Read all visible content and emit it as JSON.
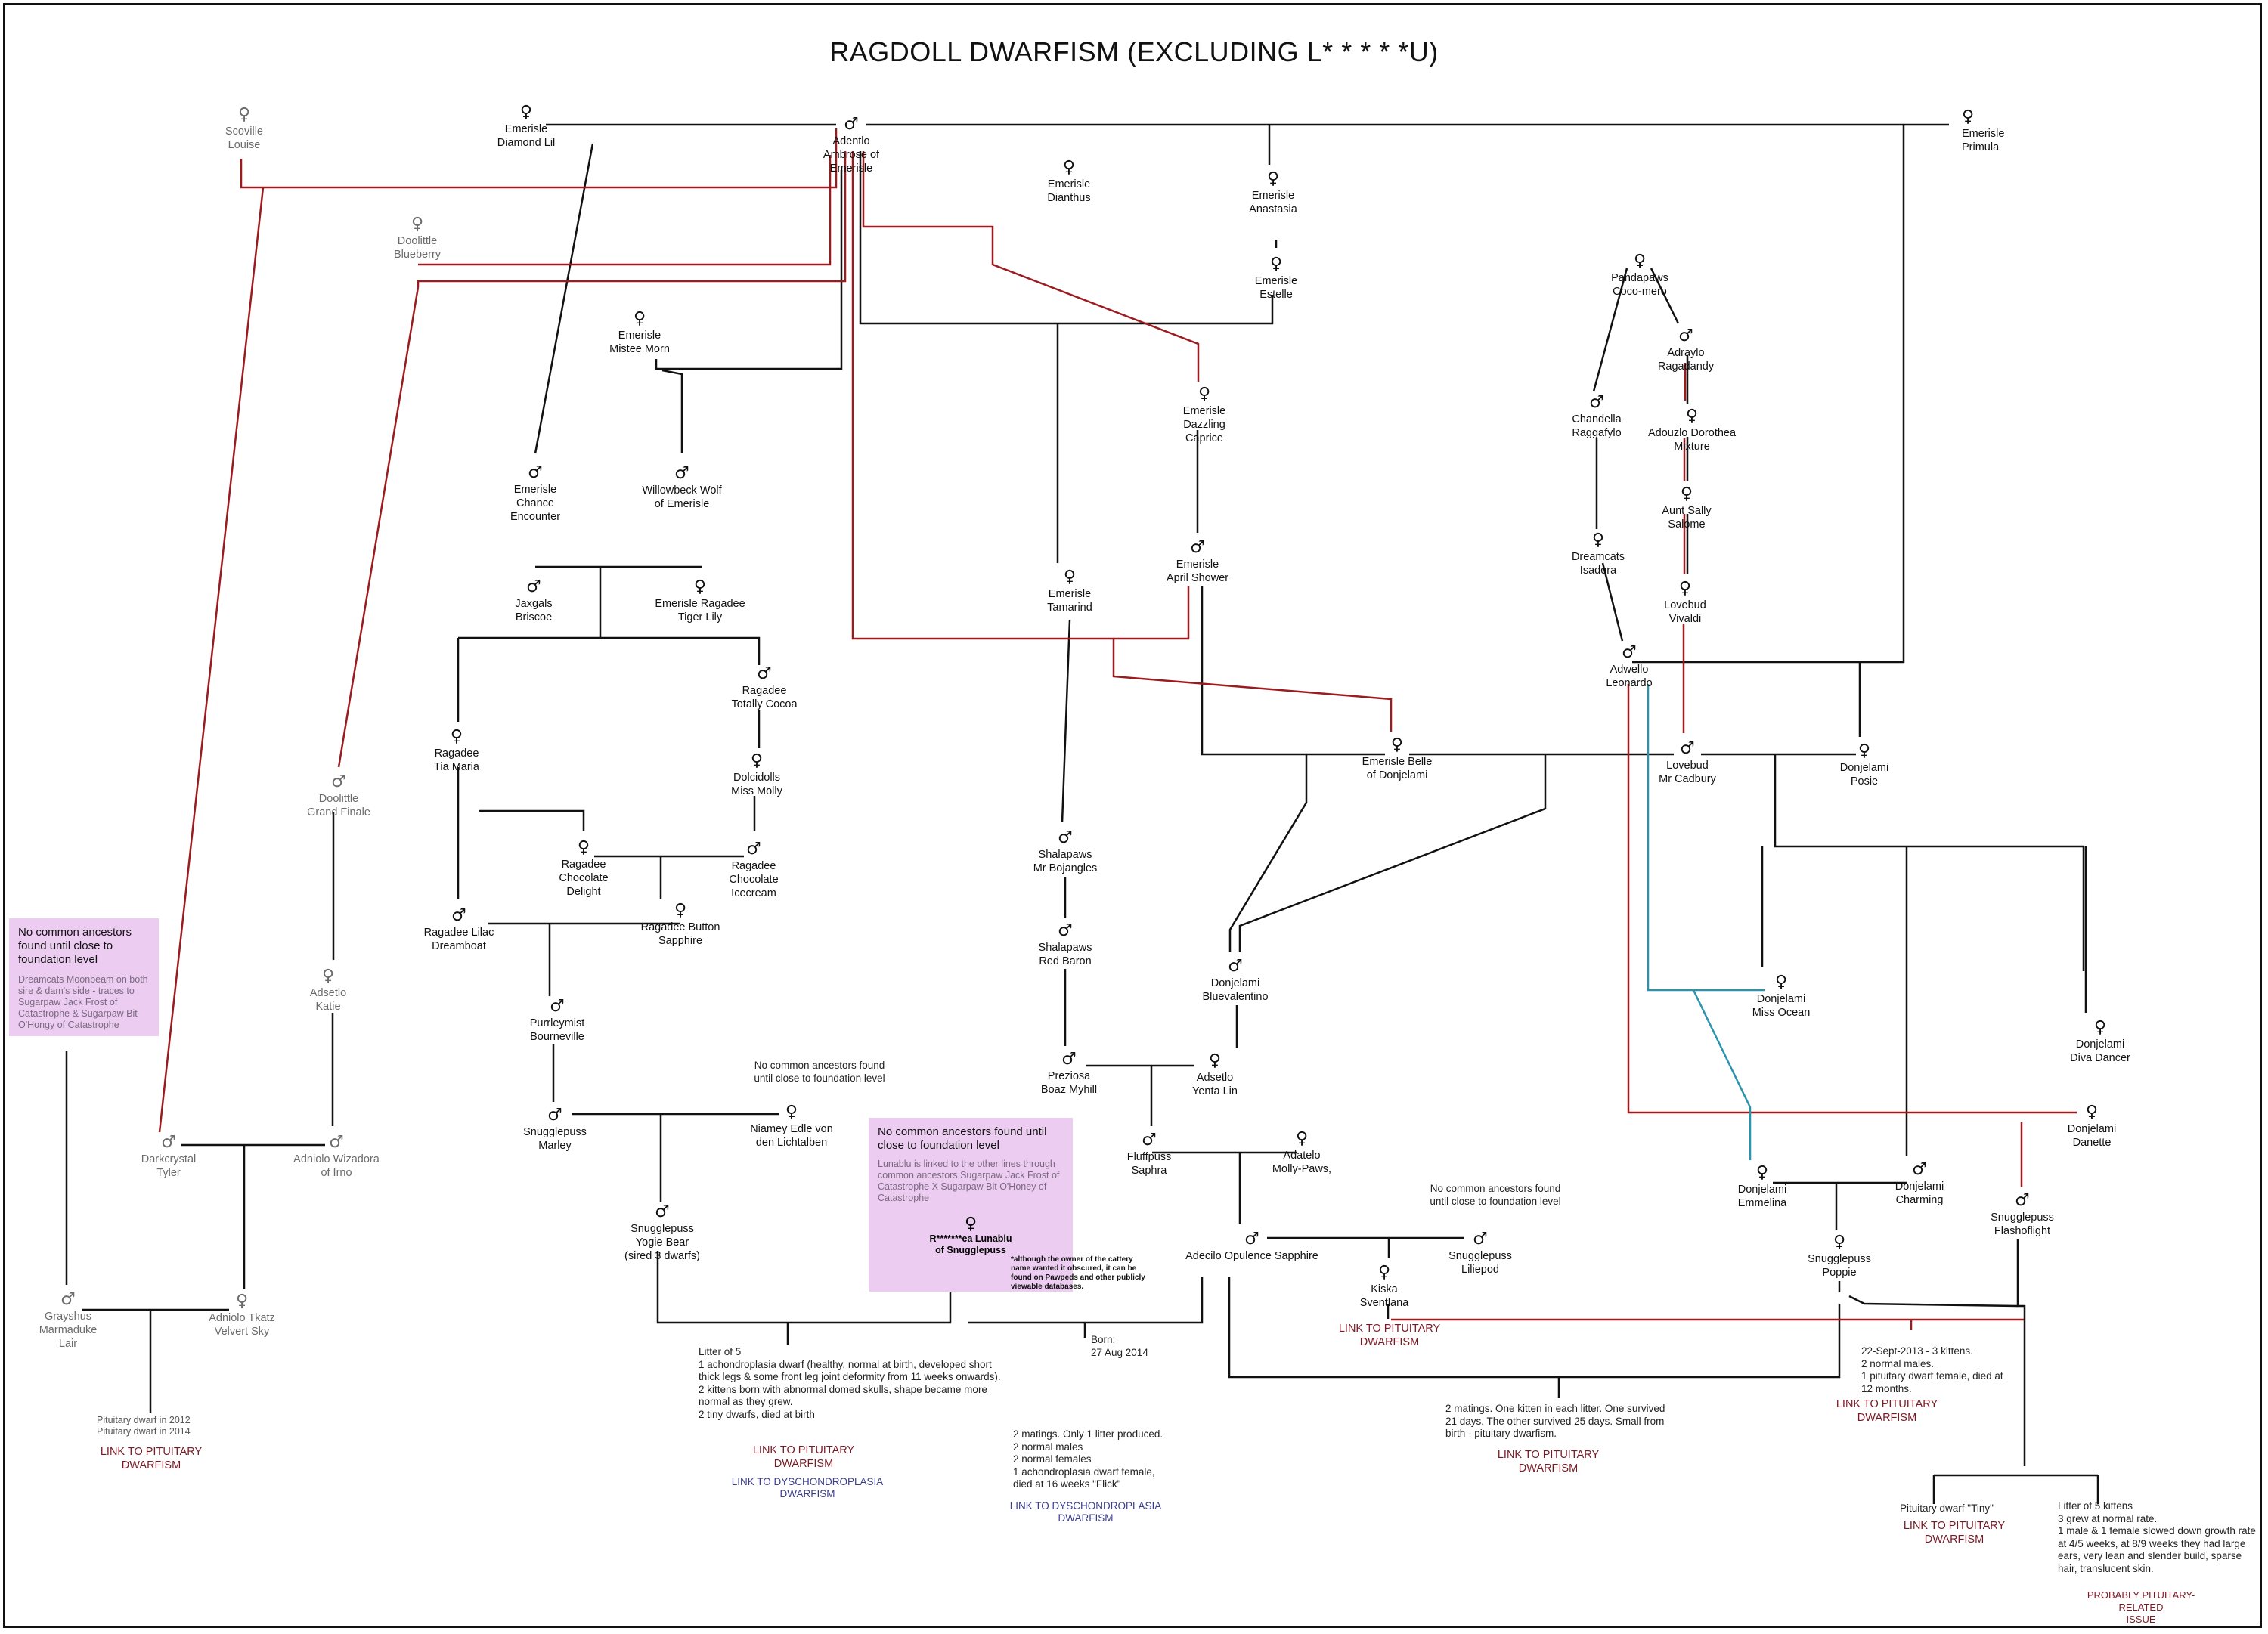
{
  "title": "RAGDOLL DWARFISM (EXCLUDING L* * * * *U)",
  "colors": {
    "black_line": "#111111",
    "red_line": "#9b1b1f",
    "blue_line": "#2a93ad",
    "box_fill": "#ecccf1"
  },
  "symbols": {
    "female": "♀",
    "male": "♂"
  },
  "nodes": {
    "scoville_louise": {
      "sex": "female",
      "lines": [
        "Scoville",
        "Louise"
      ]
    },
    "diamond_lil": {
      "sex": "female",
      "lines": [
        "Emerisle",
        "Diamond Lil"
      ]
    },
    "adentlo_ambrose": {
      "sex": "male",
      "lines": [
        "Adentlo",
        "Ambrose of",
        "Emerisle"
      ]
    },
    "emerisle_primula": {
      "sex": "female",
      "lines": [
        "Emerisle",
        "Primula"
      ]
    },
    "emerisle_dianthus": {
      "sex": "female",
      "lines": [
        "Emerisle",
        "Dianthus"
      ]
    },
    "emerisle_anastasia": {
      "sex": "female",
      "lines": [
        "Emerisle",
        "Anastasia"
      ]
    },
    "emerisle_estelle": {
      "sex": "female",
      "lines": [
        "Emerisle",
        "Estelle"
      ]
    },
    "doolittle_blueberry": {
      "sex": "female",
      "lines": [
        "Doolittle",
        "Blueberry"
      ]
    },
    "mistee_morn": {
      "sex": "female",
      "lines": [
        "Emerisle",
        "Mistee Morn"
      ]
    },
    "chance_encounter": {
      "sex": "male",
      "lines": [
        "Emerisle",
        "Chance",
        "Encounter"
      ]
    },
    "willowbeck_wolf": {
      "sex": "male",
      "lines": [
        "Willowbeck Wolf",
        "of Emerisle"
      ]
    },
    "jaxgals_briscoe": {
      "sex": "male",
      "lines": [
        "Jaxgals",
        "Briscoe"
      ]
    },
    "ragadee_tiger_lily": {
      "sex": "female",
      "lines": [
        "Emerisle Ragadee",
        "Tiger Lily"
      ]
    },
    "ragadee_totally_cocoa": {
      "sex": "male",
      "lines": [
        "Ragadee",
        "Totally Cocoa"
      ]
    },
    "ragadee_tia_maria": {
      "sex": "female",
      "lines": [
        "Ragadee",
        "Tia Maria"
      ]
    },
    "dolcidolls_miss_molly": {
      "sex": "female",
      "lines": [
        "Dolcidolls",
        "Miss Molly"
      ]
    },
    "chocolate_delight": {
      "sex": "female",
      "lines": [
        "Ragadee",
        "Chocolate",
        "Delight"
      ]
    },
    "chocolate_icecream": {
      "sex": "male",
      "lines": [
        "Ragadee",
        "Chocolate",
        "Icecream"
      ]
    },
    "ragadee_lilac": {
      "sex": "male",
      "lines": [
        "Ragadee Lilac",
        "Dreamboat"
      ]
    },
    "ragadee_button": {
      "sex": "female",
      "lines": [
        "Ragadee Button",
        "Sapphire"
      ]
    },
    "purrleymist": {
      "sex": "male",
      "lines": [
        "Purrleymist",
        "Bourneville"
      ]
    },
    "snugglepuss_marley": {
      "sex": "male",
      "lines": [
        "Snugglepuss",
        "Marley"
      ]
    },
    "niamey_edle": {
      "sex": "female",
      "lines": [
        "Niamey Edle von",
        "den Lichtalben"
      ]
    },
    "snugglepuss_yogie": {
      "sex": "male",
      "lines": [
        "Snugglepuss",
        "Yogie Bear",
        "(sired 3 dwarfs)"
      ]
    },
    "dazzling_caprice": {
      "sex": "female",
      "lines": [
        "Emerisle",
        "Dazzling",
        "Caprice"
      ]
    },
    "april_shower": {
      "sex": "male",
      "lines": [
        "Emerisle",
        "April Shower"
      ]
    },
    "emerisle_tamarind": {
      "sex": "female",
      "lines": [
        "Emerisle",
        "Tamarind"
      ]
    },
    "shalapaws_bojangles": {
      "sex": "male",
      "lines": [
        "Shalapaws",
        "Mr Bojangles"
      ]
    },
    "shalapaws_red_baron": {
      "sex": "male",
      "lines": [
        "Shalapaws",
        "Red Baron"
      ]
    },
    "emerisle_belle": {
      "sex": "female",
      "lines": [
        "Emerisle Belle",
        "of Donjelami"
      ]
    },
    "donjelami_bluevalentino": {
      "sex": "male",
      "lines": [
        "Donjelami",
        "Bluevalentino"
      ]
    },
    "preziosa_boaz": {
      "sex": "male",
      "lines": [
        "Preziosa",
        "Boaz Myhill"
      ]
    },
    "adsetlo_yenta": {
      "sex": "female",
      "lines": [
        "Adsetlo",
        "Yenta Lin"
      ]
    },
    "fluffpuss_saphra": {
      "sex": "male",
      "lines": [
        "Fluffpuss",
        "Saphra"
      ]
    },
    "adatelo_molly": {
      "sex": "female",
      "lines": [
        "Adatelo",
        "Molly-Paws,"
      ]
    },
    "adecilo_opulence": {
      "sex": "male",
      "lines": [
        "Adecilo Opulence Sapphire"
      ]
    },
    "kiska_sventlana": {
      "sex": "female",
      "lines": [
        "Kiska",
        "Sventlana"
      ]
    },
    "snugglepuss_liliepod": {
      "sex": "male",
      "lines": [
        "Snugglepuss",
        "Liliepod"
      ]
    },
    "pandapaws_coco_mero": {
      "sex": "female",
      "lines": [
        "Pandapaws",
        "Coco-mero"
      ]
    },
    "adraylo_ragadandy": {
      "sex": "male",
      "lines": [
        "Adraylo",
        "Ragadandy"
      ]
    },
    "chandella_raggafylo": {
      "sex": "male",
      "lines": [
        "Chandella",
        "Raggafylo"
      ]
    },
    "adouzlo_dorothea": {
      "sex": "female",
      "lines": [
        "Adouzlo Dorothea",
        "Mixture"
      ]
    },
    "aunt_sally_salome": {
      "sex": "female",
      "lines": [
        "Aunt Sally",
        "Salome"
      ]
    },
    "dreamcats_isadora": {
      "sex": "female",
      "lines": [
        "Dreamcats",
        "Isadora"
      ]
    },
    "lovebud_vivaldi": {
      "sex": "female",
      "lines": [
        "Lovebud",
        "Vivaldi"
      ]
    },
    "adwello_leonardo": {
      "sex": "male",
      "lines": [
        "Adwello",
        "Leonardo"
      ]
    },
    "lovebud_mr_cadbury": {
      "sex": "male",
      "lines": [
        "Lovebud",
        "Mr Cadbury"
      ]
    },
    "donjelami_posie": {
      "sex": "female",
      "lines": [
        "Donjelami",
        "Posie"
      ]
    },
    "donjelami_miss_ocean": {
      "sex": "female",
      "lines": [
        "Donjelami",
        "Miss Ocean"
      ]
    },
    "donjelami_diva_dancer": {
      "sex": "female",
      "lines": [
        "Donjelami",
        "Diva Dancer"
      ]
    },
    "donjelami_danette": {
      "sex": "female",
      "lines": [
        "Donjelami",
        "Danette"
      ]
    },
    "donjelami_emmelina": {
      "sex": "female",
      "lines": [
        "Donjelami",
        "Emmelina"
      ]
    },
    "donjelami_charming": {
      "sex": "male",
      "lines": [
        "Donjelami",
        "Charming"
      ]
    },
    "snugglepuss_poppie": {
      "sex": "female",
      "lines": [
        "Snugglepuss",
        "Poppie"
      ]
    },
    "snugglepuss_flashoflight": {
      "sex": "male",
      "lines": [
        "Snugglepuss",
        "Flashoflight"
      ]
    },
    "doolittle_grand_finale": {
      "sex": "male",
      "lines": [
        "Doolittle",
        "Grand Finale"
      ]
    },
    "adsetlo_katie": {
      "sex": "female",
      "lines": [
        "Adsetlo",
        "Katie"
      ]
    },
    "darkcrystal_tyler": {
      "sex": "male",
      "lines": [
        "Darkcrystal",
        "Tyler"
      ]
    },
    "adniolo_wizadora": {
      "sex": "male",
      "lines": [
        "Adniolo Wizadora",
        "of Irno"
      ]
    },
    "grayshus_marmaduke": {
      "sex": "male",
      "lines": [
        "Grayshus",
        "Marmaduke",
        "Lair"
      ]
    },
    "adniolo_tkatz": {
      "sex": "female",
      "lines": [
        "Adniolo Tkatz",
        "Velvert Sky"
      ]
    }
  },
  "box_left": {
    "title": "No common ancestors found until close to foundation level",
    "subtitle": "Dreamcats Moonbeam on both sire & dam's side - traces to Sugarpaw Jack Frost of Catastrophe & Sugarpaw Bit O'Hongy of Catastrophe"
  },
  "box_center": {
    "title": "No common ancestors found until close to foundation level",
    "subtitle": "Lunablu is linked to the other lines through common ancestors Sugarpaw Jack Frost of Catastrophe X Sugarpaw Bit O'Honey of Catastrophe",
    "cat_sex": "female",
    "cat_lines": [
      "R*******ea Lunablu",
      "of Snugglepuss"
    ],
    "footnote": "*although the owner of the cattery name wanted it obscured, it can be found on Pawpeds and other publicly viewable databases."
  },
  "notes": {
    "niamey_header": "No common ancestors found until close to foundation level",
    "liliepod_header": "No common ancestors found until close to foundation level",
    "litter_yogie": "Litter of 5\n1 achondroplasia dwarf (healthy, normal at birth, developed short thick legs & some front leg joint deformity from 11 weeks onwards).\n2 kittens born with abnormal domed skulls, shape became more normal as they grew.\n2 tiny dwarfs, died at birth",
    "born": "Born:\n27 Aug 2014",
    "matings_lunablu": "2 matings.  Only 1 litter produced.\n2 normal males\n2 normal females\n1 achondroplasia dwarf female,\ndied at 16 weeks  \"Flick\"",
    "grayshus_dwarf": "Pituitary dwarf in 2012\nPituitary dwarf in 2014",
    "matings_opulence": "2 matings.  One kitten in each litter.  One survived 21 days. The other survived 25 days.  Small from birth - pituitary dwarfism.",
    "sept_2013": "22-Sept-2013 - 3 kittens.\n2 normal males.\n1 pituitary dwarf female, died at\n12 months.",
    "tiny": "Pituitary dwarf \"Tiny\"",
    "litter_5_flash": "Litter of 5 kittens\n3 grew at normal rate.\n1 male & 1 female slowed down growth rate at 4/5 weeks, at 8/9 weeks they had large ears, very lean and slender build, sparse hair, translucent skin."
  },
  "links": {
    "pituitary": "LINK TO PITUITARY\nDWARFISM",
    "dyschondroplasia": "LINK TO DYSCHONDROPLASIA\nDWARFISM",
    "probably_pituitary": "PROBABLY PITUITARY-RELATED\nISSUE"
  }
}
